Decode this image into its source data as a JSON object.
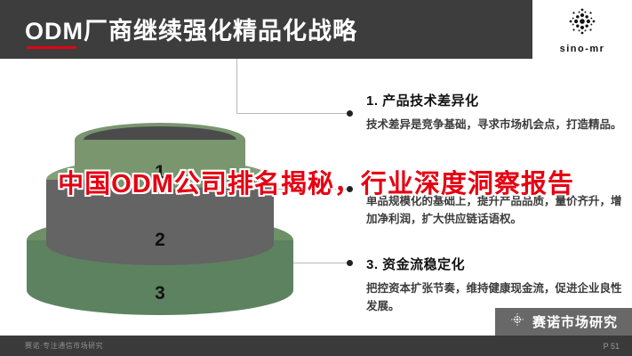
{
  "header": {
    "title": "ODM厂商继续强化精品化战略",
    "logo_text": "sino-mr"
  },
  "overlay_title": "中国ODM公司排名揭秘，行业深度洞察报告",
  "diagram": {
    "type": "tiered-cylinder-pyramid",
    "tiers": [
      {
        "label": "1"
      },
      {
        "label": "2"
      },
      {
        "label": "3"
      }
    ]
  },
  "points": [
    {
      "title": "1.  产品技术差异化",
      "body": "技术差异是竞争基础，寻求市场机会点，打造精品。"
    },
    {
      "title": "2.",
      "body": "单品规模化的基础上，提升产品品质，量价齐升，增加净利润，扩大供应链话语权。"
    },
    {
      "title": "3.  资金流稳定化",
      "body": "把控资本扩张节奏，维持健康现金流，促进企业良性发展。"
    }
  ],
  "watermark": "赛诺市场研究",
  "footer": {
    "left": "赛诺·专注通信市场研究",
    "page": "P 51"
  },
  "colors": {
    "accent_red": "#e60012",
    "header_bg": "#3d3d3d",
    "tier_green_light": "#79966f",
    "tier_green_dark": "#5d8260",
    "tier_gray": "#646464"
  }
}
